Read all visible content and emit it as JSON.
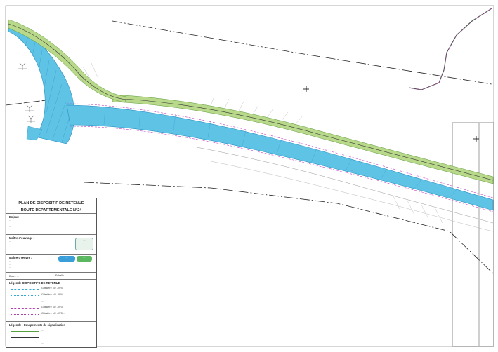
{
  "sheet": {
    "annotations": {
      "red_label_left": "...",
      "red_label_right": "..."
    }
  },
  "cartouche": {
    "title_line1": "PLAN DE DISPOSITIF DE RETENUE",
    "title_line2": "ROUTE DEPARTEMENTALE N°24",
    "section1_label": "Enjeux",
    "section1_lines": [
      "...",
      "...",
      "..."
    ],
    "section2_label": "Maître d'ouvrage :",
    "section2_lines": [
      "...",
      "...",
      "..."
    ],
    "section3_label": "Maître d'œuvre :",
    "section3_lines": [
      "...",
      "...",
      "..."
    ],
    "date_label": "Date : ...",
    "echelle_label": "Echelle : ...",
    "legend1_title": "Légende DISPOSITIFS DE RETENUE",
    "legend1_items": [
      {
        "text": "Glissière N2 - W4",
        "color": "#35a8d8",
        "style": "dashed"
      },
      {
        "text": "Glissière N2 - W4 ...",
        "color": "#35a8d8",
        "style": "dotted"
      },
      {
        "text": "...",
        "color": "#a0a0a0",
        "style": "solid"
      },
      {
        "text": "Glissière N2 - W3",
        "color": "#b040b0",
        "style": "dashed"
      },
      {
        "text": "Glissière N2 - W3 ...",
        "color": "#b040b0",
        "style": "dotted"
      }
    ],
    "legend2_title": "Légende - Equipements de signalisation",
    "legend2_items": [
      {
        "text": "...",
        "color": "#56a040",
        "style": "solid"
      },
      {
        "text": "...",
        "color": "#333333",
        "style": "solid"
      },
      {
        "text": "...",
        "color": "#333333",
        "style": "dashed"
      }
    ],
    "logos": {
      "logo1": "...",
      "logo2": "...",
      "logo3": "..."
    }
  },
  "colors": {
    "road_blue": "#5fc3e6",
    "road_blue_dark": "#2a8fc0",
    "verge_green": "#b8d88a",
    "barrier_magenta": "#c040c0",
    "annotation_red": "#d02020"
  }
}
